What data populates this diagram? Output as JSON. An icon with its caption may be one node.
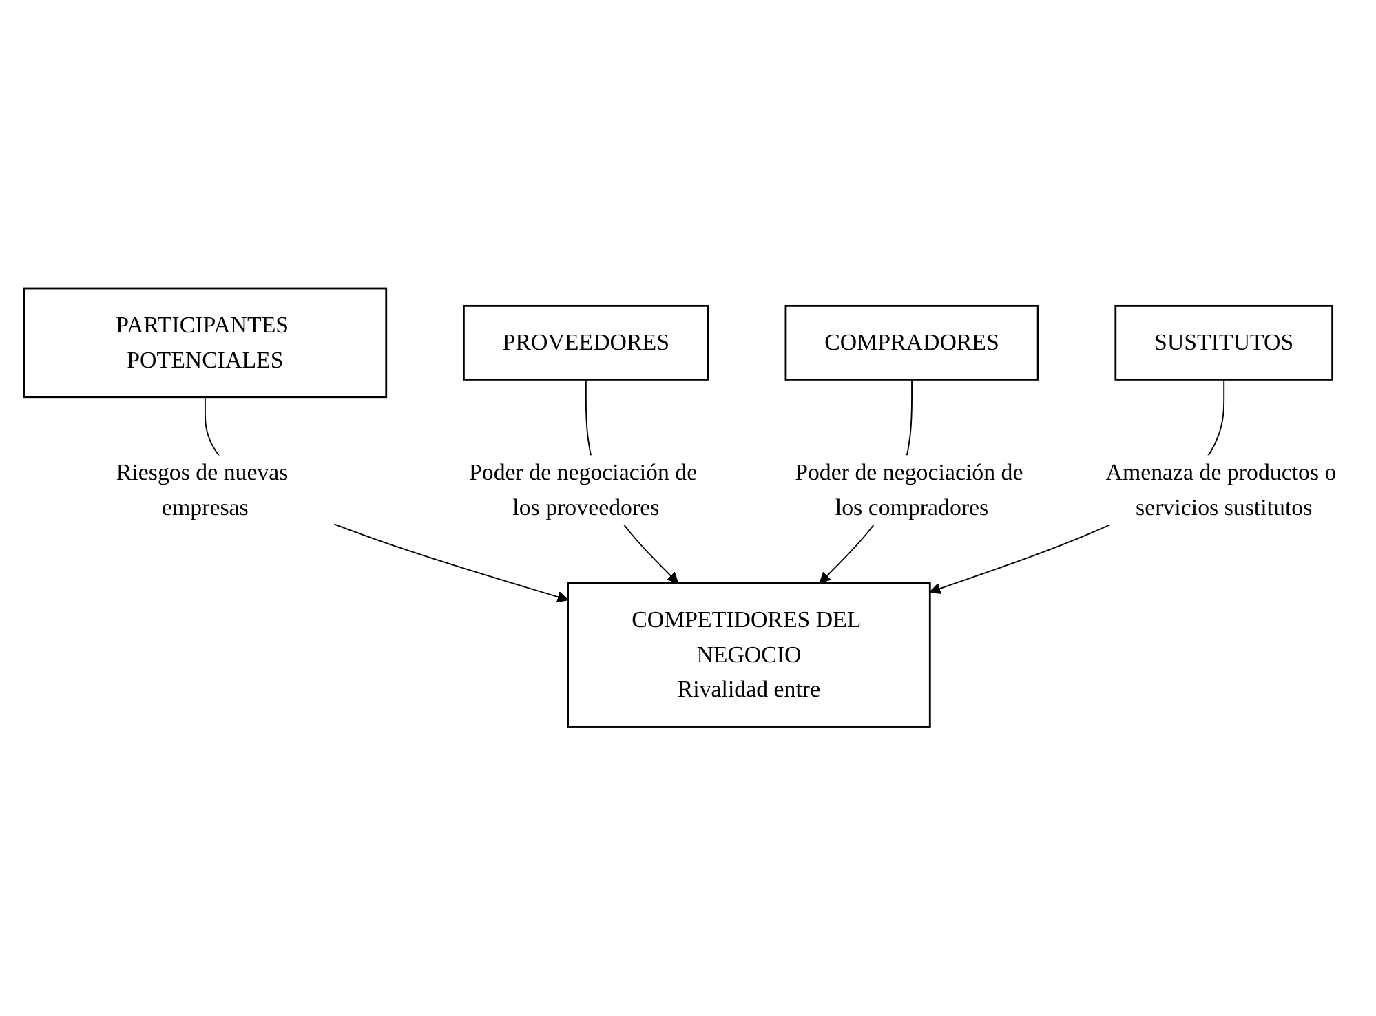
{
  "diagram": {
    "nodes": [
      {
        "text": [
          "PARTICIPANTES POTENCIALES"
        ]
      },
      {
        "text": [
          "PROVEEDORES"
        ]
      },
      {
        "text": [
          "COMPETIDORES DEL NEGOCIO",
          "Rivalidad entre"
        ]
      },
      {
        "text": [
          "COMPRADORES"
        ]
      },
      {
        "text": [
          "SUSTITUTOS"
        ]
      }
    ],
    "edges": [
      {
        "from": 0,
        "to": 2,
        "arrow": "to",
        "label": "Riesgos de nuevas empresas"
      },
      {
        "from": 1,
        "to": 2,
        "arrow": "to",
        "label": "Poder de negociación de los proveedores"
      },
      {
        "from": 3,
        "to": 2,
        "arrow": "to",
        "label": "Poder de negociación de los compradores"
      },
      {
        "from": 4,
        "to": 2,
        "arrow": "to",
        "label": "Amenaza de productos o servicios sustitutos"
      }
    ]
  }
}
